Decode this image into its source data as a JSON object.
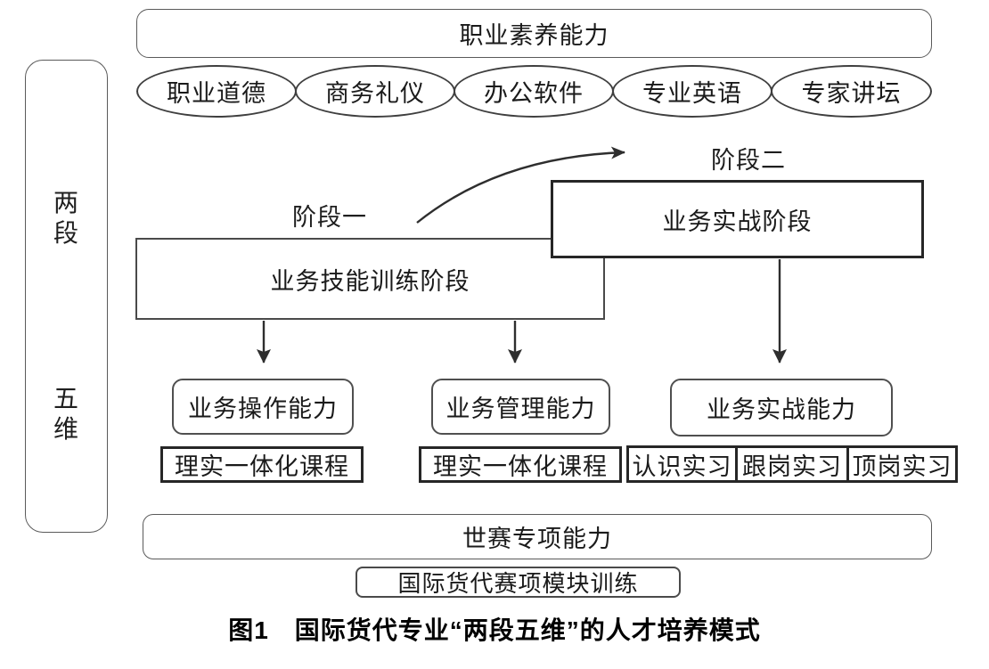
{
  "colors": {
    "background": "#ffffff",
    "stroke": "#4a4a4a",
    "thick_stroke": "#262626",
    "arrow": "#333333",
    "text": "#1a1a1a"
  },
  "left_panel": {
    "top_label": "两段",
    "bottom_label": "五维"
  },
  "top": {
    "box_label": "职业素养能力",
    "ellipses": [
      "职业道德",
      "商务礼仪",
      "办公软件",
      "专业英语",
      "专家讲坛"
    ]
  },
  "stages": {
    "stage1_label": "阶段一",
    "stage2_label": "阶段二",
    "training_box_label": "业务技能训练阶段",
    "practical_box_label": "业务实战阶段"
  },
  "abilities": [
    "业务操作能力",
    "业务管理能力",
    "业务实战能力"
  ],
  "courses": {
    "integrated_course_1": "理实一体化课程",
    "integrated_course_2": "理实一体化课程",
    "internships": [
      "认识实习",
      "跟岗实习",
      "顶岗实习"
    ]
  },
  "bottom": {
    "worldskills_box_label": "世赛专项能力",
    "module_box_label": "国际货代赛项模块训练"
  },
  "caption": "图1　国际货代专业“两段五维”的人才培养模式"
}
